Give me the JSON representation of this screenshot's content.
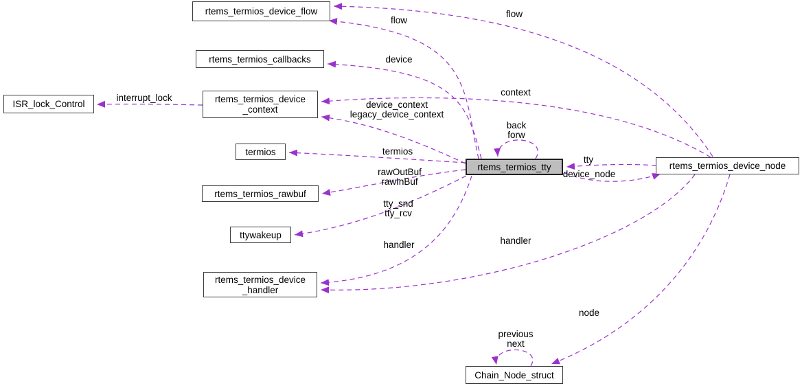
{
  "diagram": {
    "kind": "collaboration-graph",
    "background_color": "#FFFFFF",
    "edge_color": "#9A32CC",
    "node_border_color": "#3C3C3C",
    "node_fill_color": "#FFFFFF",
    "focus_node_fill_color": "#BEBEBE",
    "focus_node": "rtems_termios_tty"
  },
  "nodes": {
    "isr_lock_control": {
      "label": "ISR_lock_Control"
    },
    "device_flow": {
      "label": "rtems_termios_device_flow"
    },
    "callbacks": {
      "label": "rtems_termios_callbacks"
    },
    "device_context": {
      "label": "rtems_termios_device\n_context"
    },
    "termios": {
      "label": "termios"
    },
    "rawbuf": {
      "label": "rtems_termios_rawbuf"
    },
    "ttywakeup": {
      "label": "ttywakeup"
    },
    "device_handler": {
      "label": "rtems_termios_device\n_handler"
    },
    "tty": {
      "label": "rtems_termios_tty"
    },
    "device_node": {
      "label": "rtems_termios_device_node"
    },
    "chain_node": {
      "label": "Chain_Node_struct"
    }
  },
  "edges": {
    "flow_from_device_node": {
      "label": "flow",
      "from": "device_node",
      "to": "device_flow"
    },
    "flow_from_tty": {
      "label": "flow",
      "from": "tty",
      "to": "device_flow"
    },
    "device": {
      "label": "device",
      "from": "tty",
      "to": "callbacks"
    },
    "context": {
      "label": "context",
      "from": "device_node",
      "to": "device_context"
    },
    "device_context": {
      "label": "device_context\nlegacy_device_context",
      "from": "tty",
      "to": "device_context"
    },
    "interrupt_lock": {
      "label": "interrupt_lock",
      "from": "device_context",
      "to": "isr_lock_control"
    },
    "tty_self": {
      "label": "back\nforw",
      "from": "tty",
      "to": "tty"
    },
    "termios": {
      "label": "termios",
      "from": "tty",
      "to": "termios"
    },
    "rawbuf": {
      "label": "rawOutBuf\nrawInBuf",
      "from": "tty",
      "to": "rawbuf"
    },
    "ttywakeup": {
      "label": "tty_snd\ntty_rcv",
      "from": "tty",
      "to": "ttywakeup"
    },
    "handler_from_tty": {
      "label": "handler",
      "from": "tty",
      "to": "device_handler"
    },
    "handler_from_device_node": {
      "label": "handler",
      "from": "device_node",
      "to": "device_handler"
    },
    "tty_ref": {
      "label": "tty",
      "from": "device_node",
      "to": "tty"
    },
    "device_node_ref": {
      "label": "device_node",
      "from": "tty",
      "to": "device_node"
    },
    "node": {
      "label": "node",
      "from": "device_node",
      "to": "chain_node"
    },
    "chain_self": {
      "label": "previous\nnext",
      "from": "chain_node",
      "to": "chain_node"
    }
  }
}
